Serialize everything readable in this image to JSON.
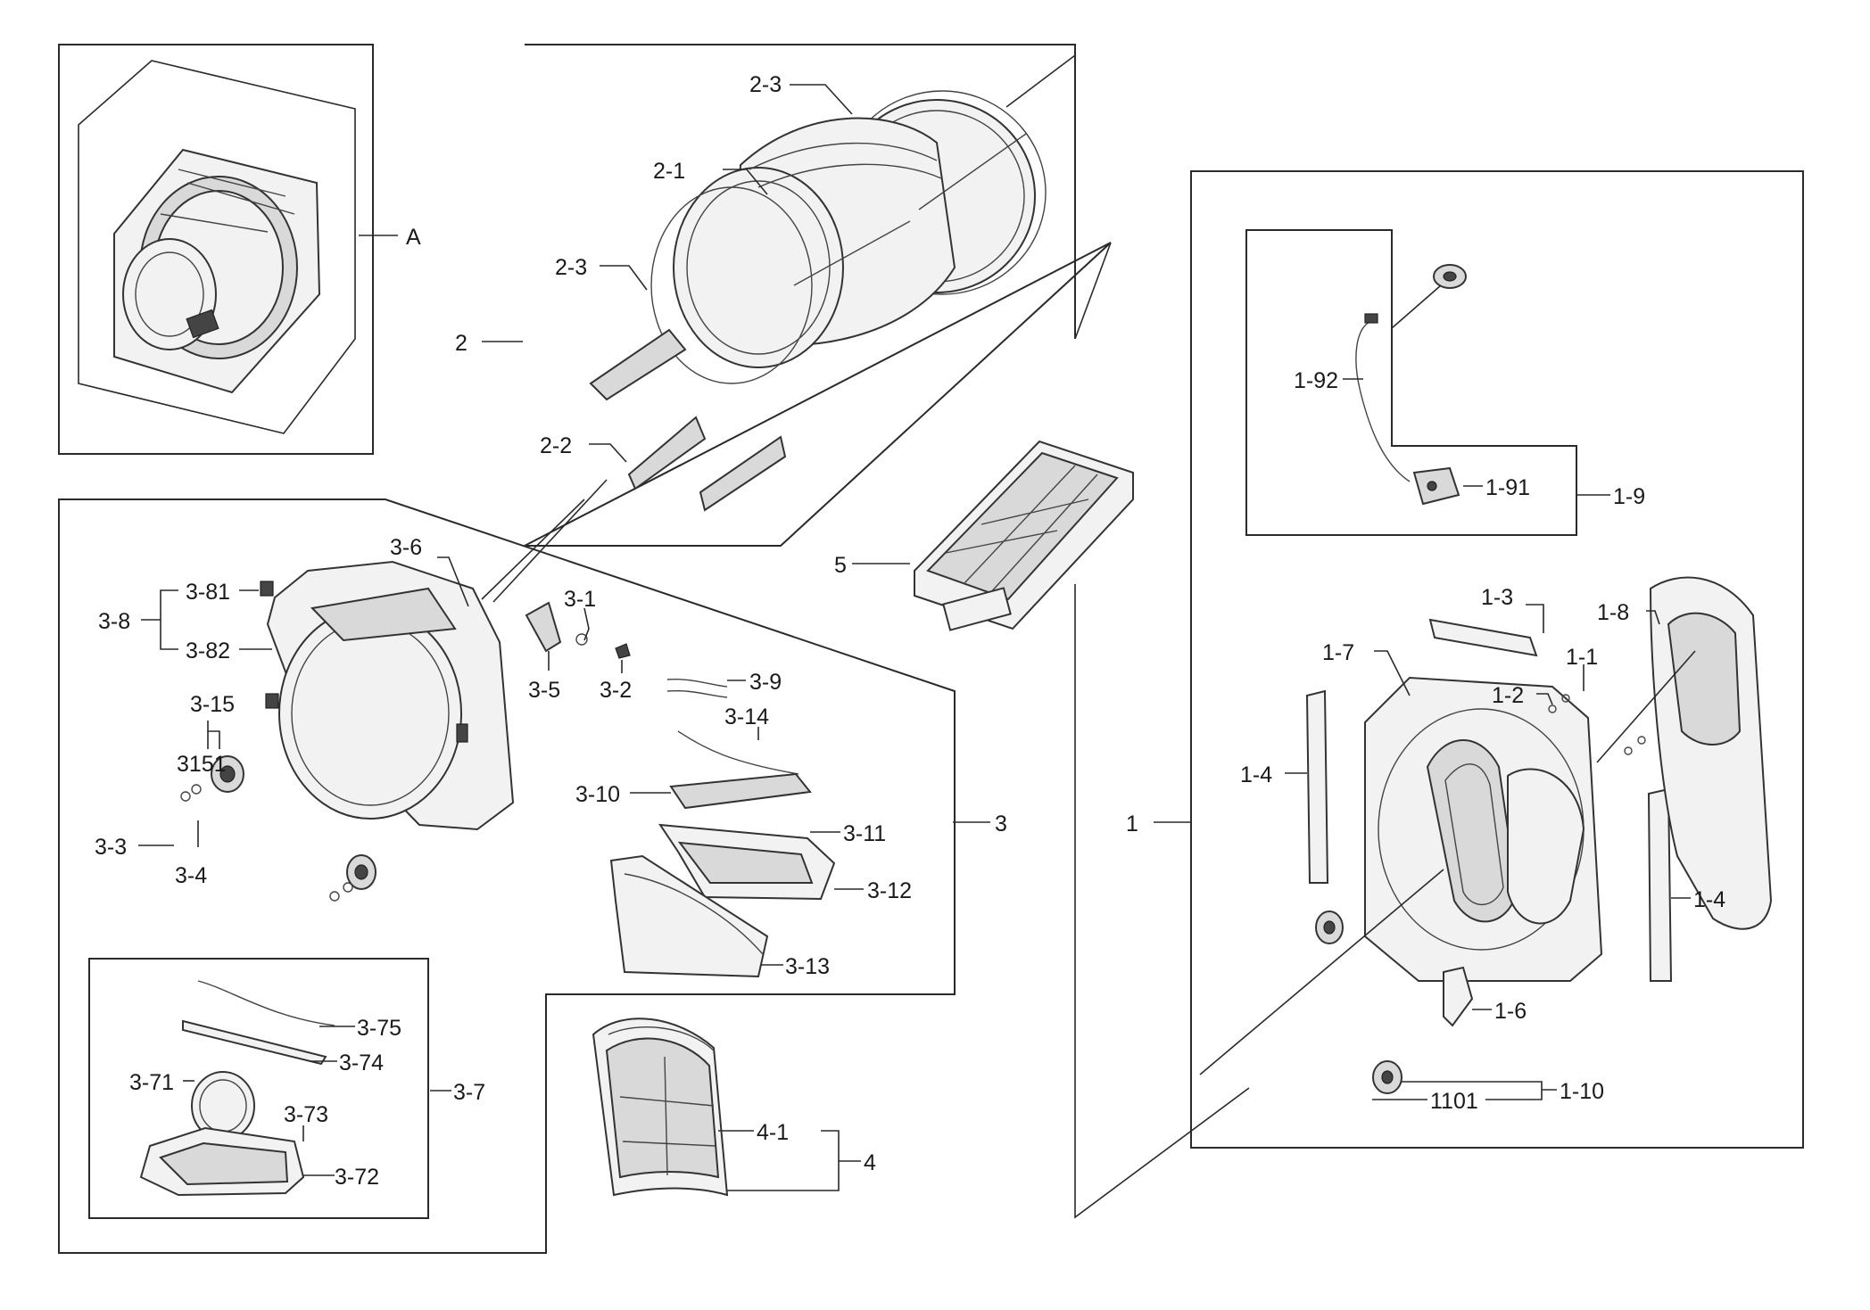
{
  "diagram": {
    "labels": {
      "A": "A",
      "2": "2",
      "2_1": "2-1",
      "2_2": "2-2",
      "2_3_top": "2-3",
      "2_3_left": "2-3",
      "5": "5",
      "3": "3",
      "3_1": "3-1",
      "3_2": "3-2",
      "3_3": "3-3",
      "3_4": "3-4",
      "3_5": "3-5",
      "3_6": "3-6",
      "3_8": "3-8",
      "3_81": "3-81",
      "3_82": "3-82",
      "3_9": "3-9",
      "3_10": "3-10",
      "3_11": "3-11",
      "3_12": "3-12",
      "3_13": "3-13",
      "3_14": "3-14",
      "3_15": "3-15",
      "3151": "3151",
      "3_7": "3-7",
      "3_71": "3-71",
      "3_72": "3-72",
      "3_73": "3-73",
      "3_74": "3-74",
      "3_75": "3-75",
      "4": "4",
      "4_1": "4-1",
      "1": "1",
      "1_1": "1-1",
      "1_2": "1-2",
      "1_3": "1-3",
      "1_4_left": "1-4",
      "1_4_right": "1-4",
      "1_6": "1-6",
      "1_7": "1-7",
      "1_8": "1-8",
      "1_9": "1-9",
      "1_91": "1-91",
      "1_92": "1-92",
      "1_10": "1-10",
      "1101": "1101"
    }
  }
}
